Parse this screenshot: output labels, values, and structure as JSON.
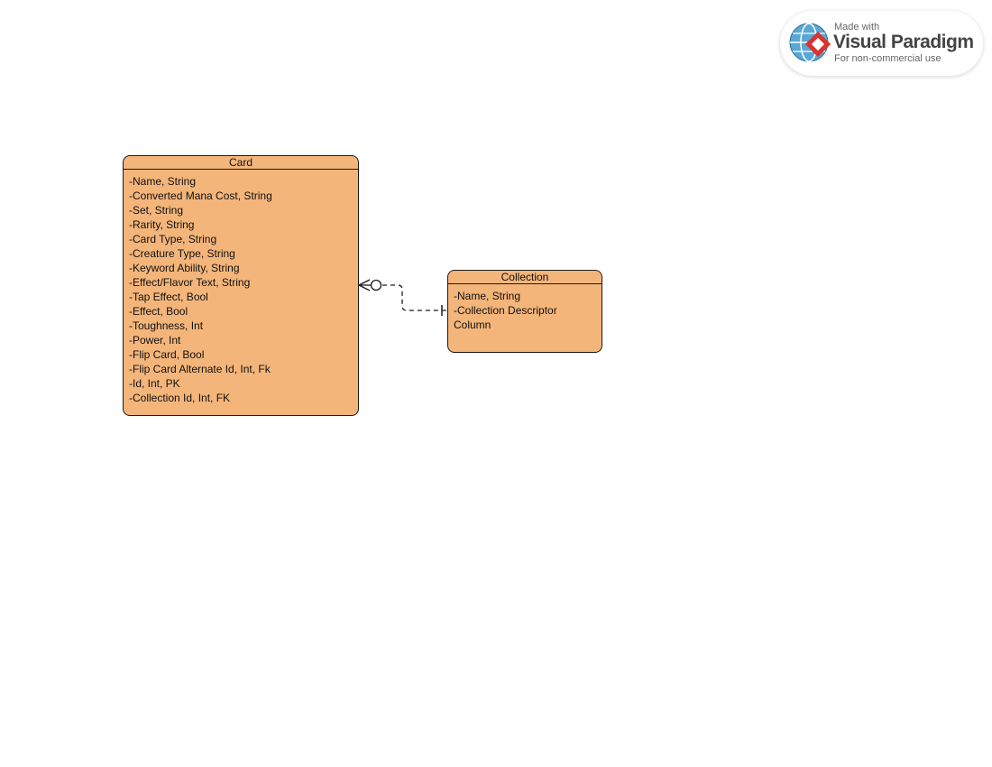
{
  "watermark": {
    "made_with": "Made with",
    "brand": "Visual Paradigm",
    "subtitle": "For non-commercial use"
  },
  "entities": {
    "card": {
      "name": "Card",
      "attributes": [
        "-Name, String",
        "-Converted Mana Cost, String",
        "-Set, String",
        "-Rarity, String",
        "-Card Type, String",
        "-Creature Type, String",
        "-Keyword Ability, String",
        "-Effect/Flavor Text, String",
        "-Tap Effect, Bool",
        "-Effect, Bool",
        "-Toughness, Int",
        "-Power, Int",
        "-Flip Card, Bool",
        "-Flip Card Alternate Id, Int, Fk",
        "-Id, Int, PK",
        "-Collection Id, Int, FK"
      ]
    },
    "collection": {
      "name": "Collection",
      "attributes": [
        "-Name, String",
        "-Collection Descriptor",
        "Column"
      ]
    }
  },
  "relationship": {
    "from": "Card",
    "to": "Collection",
    "from_cardinality": "zero-or-many",
    "to_cardinality": "one",
    "line_style": "dashed"
  },
  "colors": {
    "entity_fill": "#f4b57a",
    "entity_border": "#1a1a1a"
  }
}
